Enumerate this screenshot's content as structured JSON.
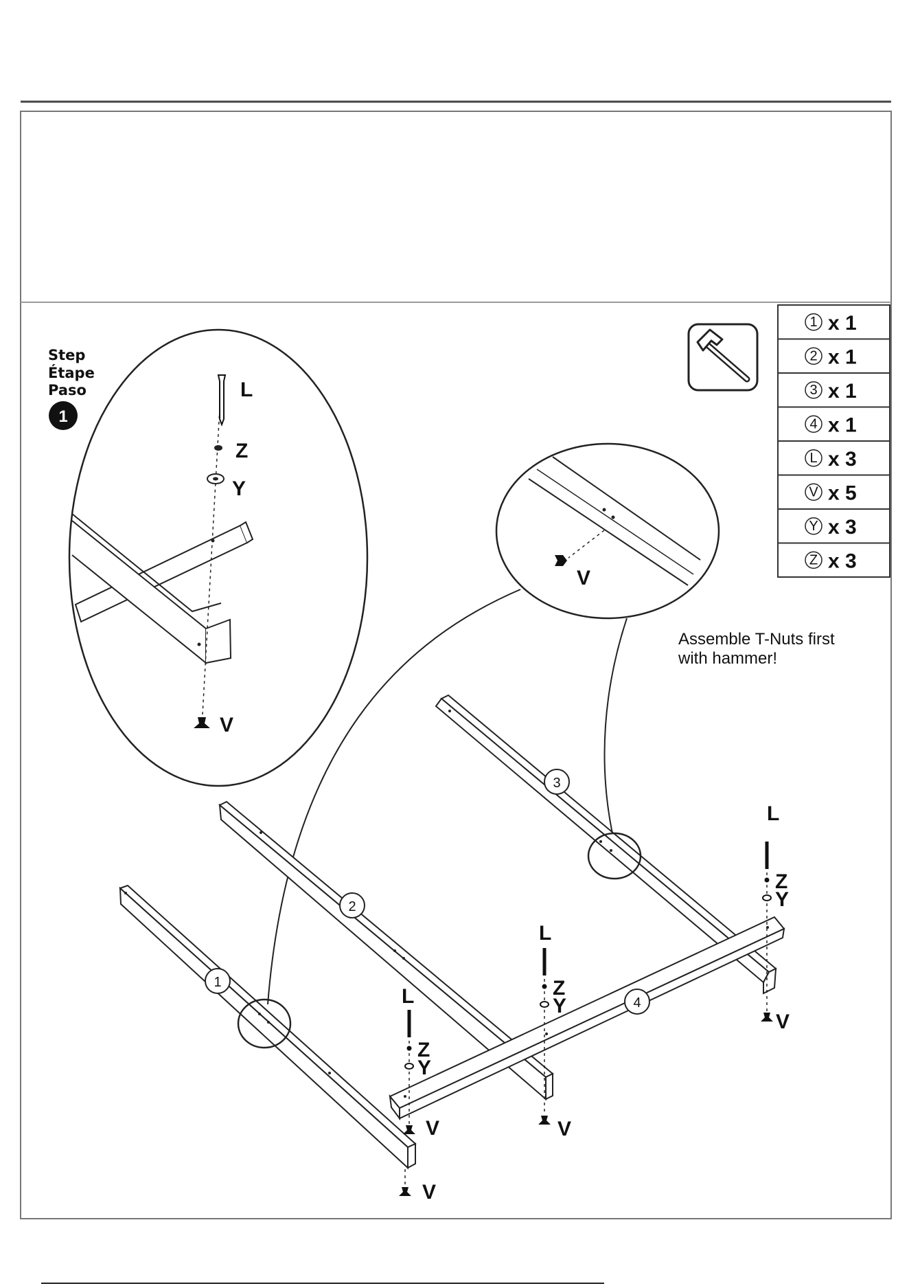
{
  "step": {
    "line1": "Step",
    "line2": "Étape",
    "line3": "Paso",
    "number": "1"
  },
  "note": {
    "line1": "Assemble T-Nuts first",
    "line2": "with hammer!"
  },
  "tool_icon": "hammer-icon",
  "parts": [
    {
      "symbol": "1",
      "qty": "x 1"
    },
    {
      "symbol": "2",
      "qty": "x 1"
    },
    {
      "symbol": "3",
      "qty": "x 1"
    },
    {
      "symbol": "4",
      "qty": "x 1"
    },
    {
      "symbol": "L",
      "qty": "x 3"
    },
    {
      "symbol": "V",
      "qty": "x 5"
    },
    {
      "symbol": "Y",
      "qty": "x 3"
    },
    {
      "symbol": "Z",
      "qty": "x 3"
    }
  ],
  "beam_numbers": [
    "1",
    "2",
    "3",
    "4"
  ],
  "hardware": {
    "bolt": "L",
    "lock_washer": "Z",
    "washer": "Y",
    "t_nut": "V"
  },
  "colors": {
    "line": "#111111",
    "border": "#555555",
    "paper": "#ffffff"
  }
}
